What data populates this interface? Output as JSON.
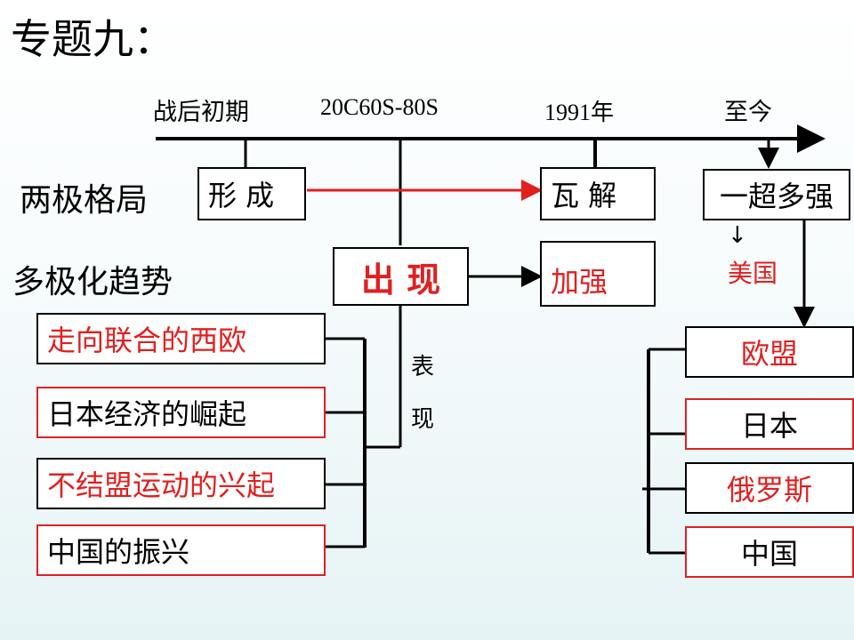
{
  "title": "专题九：",
  "timeline": {
    "labels": [
      "战后初期",
      "20C60S-80S",
      "1991年",
      "至今"
    ]
  },
  "rows": {
    "bipolar": "两极格局",
    "multipolar": "多极化趋势"
  },
  "boxes": {
    "formed": "形 成",
    "collapse": "瓦  解",
    "one_super": "一超多强",
    "emerge": "出  现",
    "strengthen": "加强",
    "usa_arrow": "↓",
    "usa": "美国",
    "eu": "欧盟",
    "japan_r": "日本",
    "russia": "俄罗斯",
    "china_r": "中国"
  },
  "left_items": [
    {
      "text": "走向联合的西欧",
      "red_text": true,
      "red_border": false
    },
    {
      "text": "日本经济的崛起",
      "red_text": false,
      "red_border": true
    },
    {
      "text": "不结盟运动的兴起",
      "red_text": true,
      "red_border": false
    },
    {
      "text": "中国的振兴",
      "red_text": false,
      "red_border": true
    }
  ],
  "biao_xian": [
    "表",
    "现"
  ]
}
